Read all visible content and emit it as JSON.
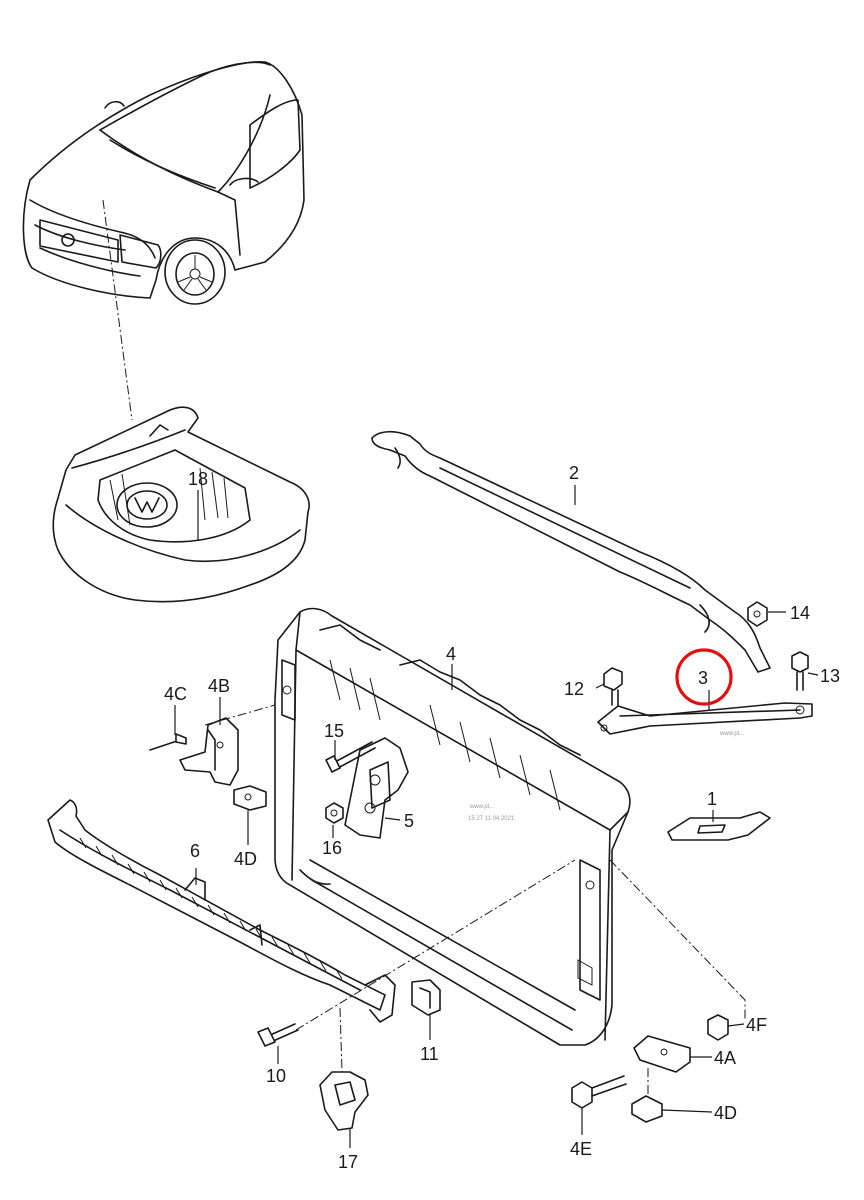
{
  "diagram": {
    "highlight_color": "#e01010",
    "line_color": "#1a1a1a",
    "callouts": {
      "c1": "1",
      "c2": "2",
      "c3": "3",
      "c4": "4",
      "c4a": "4A",
      "c4b": "4B",
      "c4c": "4C",
      "c4d_left": "4D",
      "c4d_right": "4D",
      "c4e": "4E",
      "c4f": "4F",
      "c5": "5",
      "c6": "6",
      "c10": "10",
      "c11": "11",
      "c12": "12",
      "c13": "13",
      "c14": "14",
      "c15": "15",
      "c16": "16",
      "c17": "17",
      "c18": "18"
    },
    "highlighted_part": "3"
  }
}
